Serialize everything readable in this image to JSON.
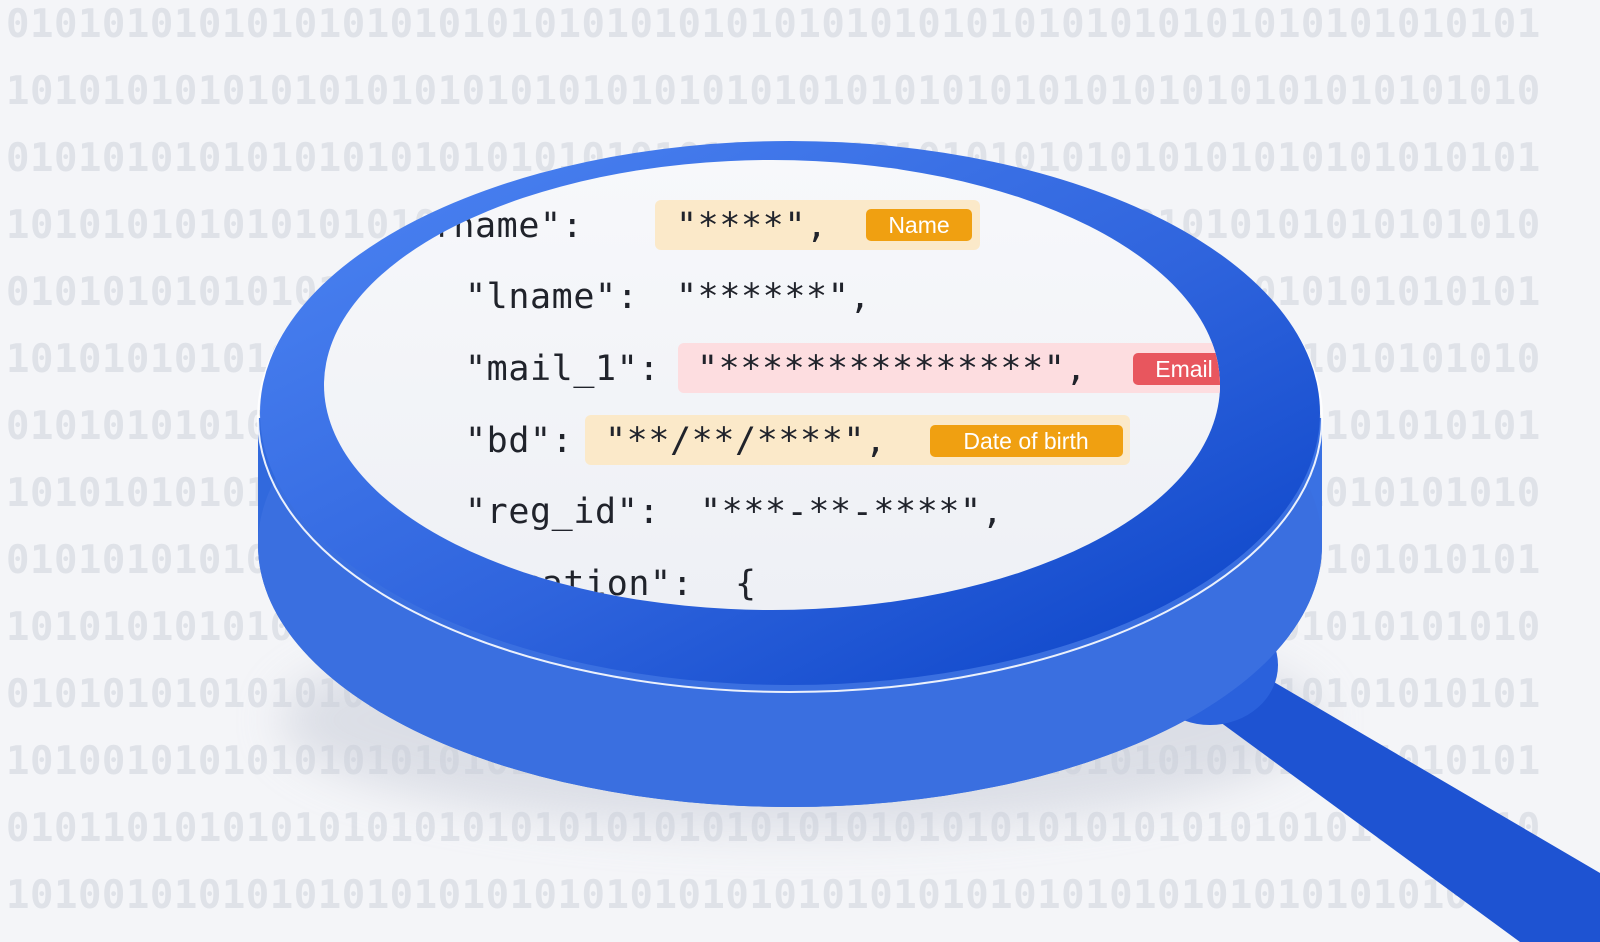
{
  "background": {
    "binary_rows": [
      "0101010101010101010101010101010101010101010101010101010101010101",
      "1010101010101010101010101010101010101010101010101010101010101010",
      "0101010101010101010101010101010101010101010101010101010101010101",
      "1010101010101010101010101010101010101010101010101010101010101010",
      "0101010101010101010101010101010101010101010101010101010101010101",
      "1010101010101010101010101010101010101010101010101010101010101010",
      "0101010101010101010101010101010101010101010101010101010101010101",
      "1010101010101010101010101010101010101010101010101010101010101010",
      "0101010101010101010101010101010101010101010101010101010101010101",
      "1010101010101010101010101010101010101010101010101010101010101010",
      "0101010101010101010101010101010101010101010101010101010101010101",
      "1010010101010101010101010101010101010101010101010101010101010101",
      "0101101010101010101010101010101010101010101010101010101010101010",
      "1010010101010101010101010101010101010101010101010101010101010101"
    ]
  },
  "code_lines": [
    {
      "key": "\"fname\":",
      "value": "\"****\","
    },
    {
      "key": "\"lname\":",
      "value": "\"******\","
    },
    {
      "key": "\"mail_1\":",
      "value": "\"***************\","
    },
    {
      "key": "\"bd\":",
      "value": "\"**/**/****\","
    },
    {
      "key": "\"reg_id\":",
      "value": "\"***-**-****\","
    },
    {
      "key": "\"location\":",
      "value": "{"
    }
  ],
  "tags": {
    "name": "Name",
    "email": "Email",
    "date_of_birth": "Date of birth"
  },
  "colors": {
    "magnifier_blue": "#3a6fe0",
    "magnifier_dark_blue": "#0a47c8",
    "name_tag": "#f0a011",
    "name_highlight": "#fbe9c9",
    "email_tag": "#e8565e",
    "email_highlight": "#fddde0",
    "dob_tag": "#f0a011",
    "dob_highlight": "#fbe9c9"
  },
  "icons": {
    "magnifier": "magnifying-glass-icon"
  }
}
